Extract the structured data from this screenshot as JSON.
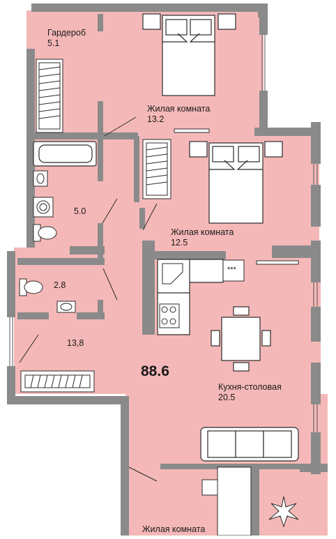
{
  "plan": {
    "total_area": "88.6",
    "rooms": [
      {
        "name": "Гардероб",
        "area": "5.1"
      },
      {
        "name": "Жилая комната",
        "area": "13.2"
      },
      {
        "name": "",
        "area": "5.0"
      },
      {
        "name": "Жилая комната",
        "area": "12.5"
      },
      {
        "name": "",
        "area": "2.8"
      },
      {
        "name": "",
        "area": "13,8"
      },
      {
        "name": "Кухня-столовая",
        "area": "20.5"
      },
      {
        "name": "Жилая комната",
        "area": ""
      }
    ],
    "stove_dots": "***"
  },
  "colors": {
    "floor": "#f5b8b8",
    "wall": "#8a8a8a",
    "line": "#2b2b2b"
  },
  "icons": [
    "bed-icon",
    "bathtub-icon",
    "sink-icon",
    "washing-machine-icon",
    "toilet-icon",
    "radiator-icon",
    "hob-icon",
    "table-chairs-icon",
    "sofa-icon",
    "plant-icon",
    "armchair-icon"
  ]
}
